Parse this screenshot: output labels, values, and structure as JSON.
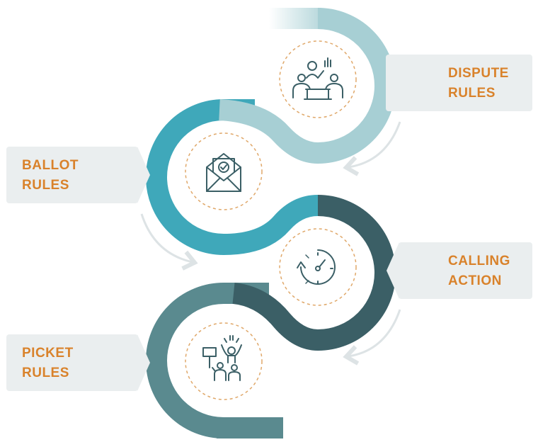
{
  "steps": [
    {
      "line1": "DISPUTE",
      "line2": "RULES",
      "color": "#a7cfd4",
      "icon": "meeting-icon"
    },
    {
      "line1": "BALLOT",
      "line2": "RULES",
      "color": "#3fa8ba",
      "icon": "ballot-envelope-icon"
    },
    {
      "line1": "CALLING",
      "line2": "ACTION",
      "color": "#3b5f66",
      "icon": "stopwatch-refresh-icon"
    },
    {
      "line1": "PICKET",
      "line2": "RULES",
      "color": "#5a8a8f",
      "icon": "protest-people-icon"
    }
  ],
  "colors": {
    "label_text": "#d9822b",
    "label_bg": "#eaeeef",
    "icon_stroke": "#3b5f66",
    "dashed_circle": "#e0a86a",
    "guide_arrow": "#dde3e5"
  }
}
